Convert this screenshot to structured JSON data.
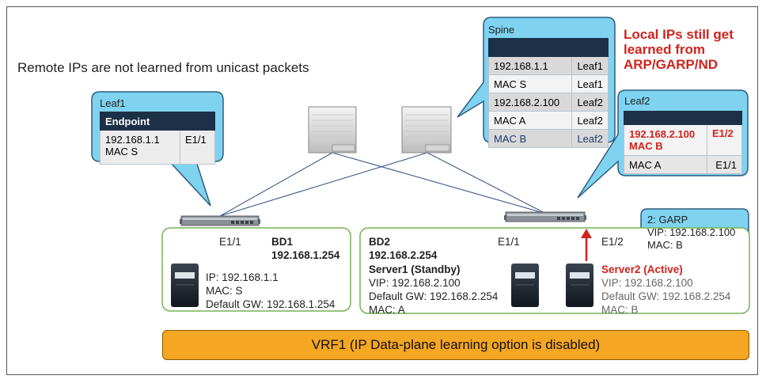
{
  "caption": "Remote IPs are not learned from unicast packets",
  "callout": [
    "Local IPs still get",
    "learned from",
    "ARP/GARP/ND"
  ],
  "spine": {
    "title": "Spine",
    "rows": [
      [
        "192.168.1.1",
        "Leaf1"
      ],
      [
        "MAC S",
        "Leaf1"
      ],
      [
        "192.168.2.100",
        "Leaf2"
      ],
      [
        "MAC A",
        "Leaf2"
      ],
      [
        "MAC B",
        "Leaf2"
      ]
    ]
  },
  "leaf1": {
    "title": "Leaf1",
    "header": "Endpoint",
    "rows": [
      [
        "192.168.1.1",
        "MAC S",
        "E1/1"
      ]
    ]
  },
  "leaf2": {
    "title": "Leaf2",
    "rows": [
      [
        "192.168.2.100",
        "MAC B",
        "E1/2"
      ],
      [
        "MAC A",
        "",
        "E1/1"
      ]
    ]
  },
  "garp": {
    "line1": "2: GARP",
    "line2": "VIP: 192.168.2.100",
    "line3": "MAC: B"
  },
  "bd1": {
    "port": "E1/1",
    "name": "BD1",
    "gw": "192.168.1.254",
    "server": [
      "IP: 192.168.1.1",
      "MAC: S",
      "Default GW: 192.168.1.254"
    ]
  },
  "bd2": {
    "name": "BD2",
    "gw": "192.168.2.254",
    "port1": "E1/1",
    "port2": "E1/2",
    "server1": [
      "Server1 (Standby)",
      "VIP: 192.168.2.100",
      "Default GW: 192.168.2.254",
      "MAC: A"
    ],
    "server2": [
      "Server2 (Active)",
      "VIP: 192.168.2.100",
      "Default GW: 192.168.2.254",
      "MAC: B"
    ]
  },
  "vrf": "VRF1 (IP Data-plane learning option is disabled)",
  "colors": {
    "bubble": "#7fd3f0",
    "bubble_border": "#2f5d80",
    "group_border": "#77b255",
    "vrf": "#f5a623",
    "accent_red": "#d0231c",
    "table_header": "#1c3048"
  }
}
